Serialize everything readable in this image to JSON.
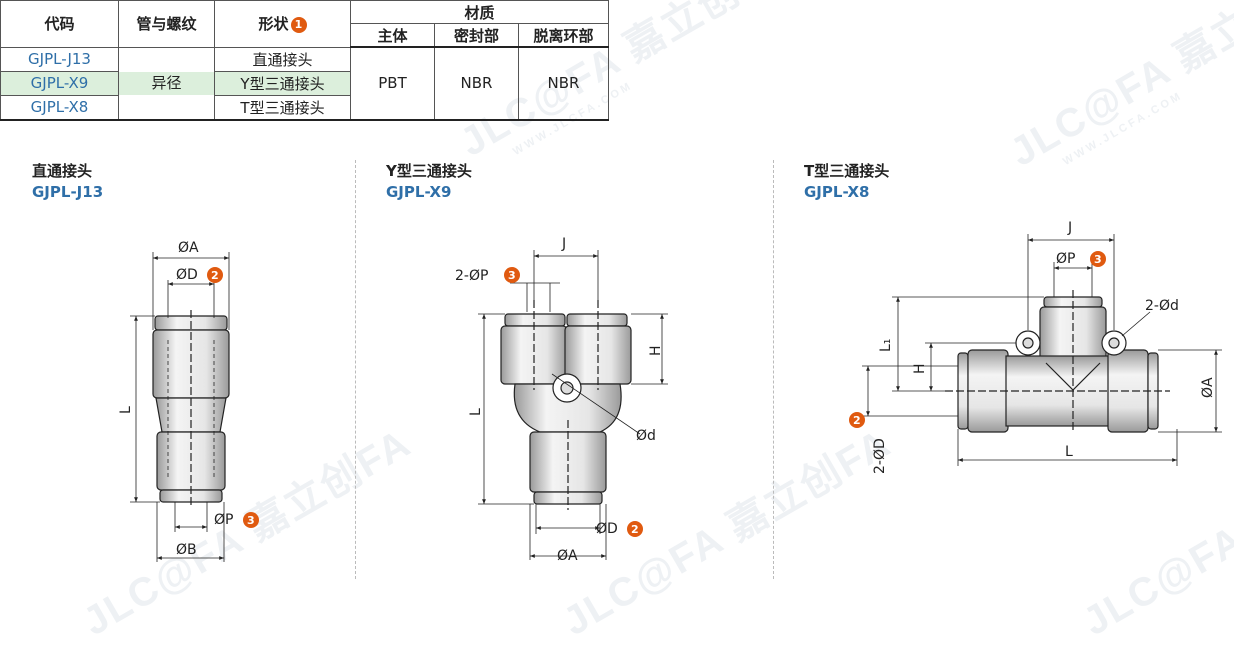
{
  "table": {
    "headers": {
      "code": "代码",
      "thread": "管与螺纹",
      "shape": "形状",
      "shape_note": "1",
      "material": "材质",
      "body": "主体",
      "seal": "密封部",
      "release": "脱离环部"
    },
    "rows": [
      {
        "code": "GJPL-J13",
        "shape": "直通接头"
      },
      {
        "code": "GJPL-X9",
        "shape": "Y型三通接头"
      },
      {
        "code": "GJPL-X8",
        "shape": "T型三通接头"
      }
    ],
    "thread_value": "异径",
    "body_value": "PBT",
    "seal_value": "NBR",
    "release_value": "NBR"
  },
  "sections": [
    {
      "name": "直通接头",
      "code": "GJPL-J13"
    },
    {
      "name": "Y型三通接头",
      "code": "GJPL-X9"
    },
    {
      "name": "T型三通接头",
      "code": "GJPL-X8"
    }
  ],
  "dims": {
    "straight": {
      "A": "ØA",
      "D": "ØD",
      "D_note": "2",
      "L": "L",
      "P": "ØP",
      "P_note": "3",
      "B": "ØB"
    },
    "y": {
      "J": "J",
      "P": "2-ØP",
      "P_note": "3",
      "H": "H",
      "L": "L",
      "d": "Ød",
      "D": "ØD",
      "D_note": "2",
      "A": "ØA"
    },
    "t": {
      "J": "J",
      "P": "ØP",
      "P_note": "3",
      "d": "2-Ød",
      "L1": "L₁",
      "H": "H",
      "A": "ØA",
      "L": "L",
      "D": "2-ØD",
      "D_note": "2"
    }
  },
  "watermark": {
    "brand": "JLC@FA 嘉立创FA",
    "url": "WWW.JLCFA.COM"
  },
  "colors": {
    "code": "#2f6fa8",
    "accent": "#e07a10",
    "highlight": "#dcefdc"
  }
}
